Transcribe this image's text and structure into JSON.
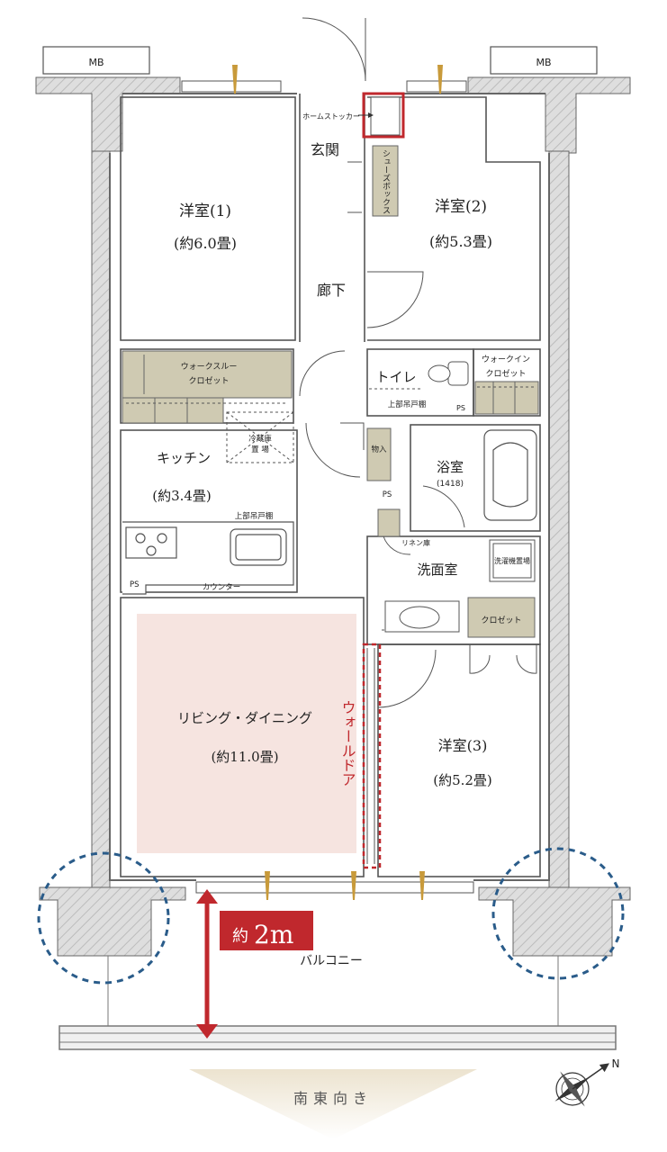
{
  "rooms": {
    "western1": {
      "name": "洋室(1)",
      "size": "(約6.0畳)"
    },
    "western2": {
      "name": "洋室(2)",
      "size": "(約5.3畳)"
    },
    "western3": {
      "name": "洋室(3)",
      "size": "(約5.2畳)"
    },
    "kitchen": {
      "name": "キッチン",
      "size": "(約3.4畳)"
    },
    "living": {
      "name": "リビング・ダイニング",
      "size": "(約11.0畳)"
    },
    "bath": {
      "name": "浴室",
      "size": "(1418)"
    },
    "entrance": "玄関",
    "corridor": "廊下",
    "toilet": "トイレ",
    "washroom": "洗面室",
    "balcony": "バルコニー"
  },
  "labels": {
    "mb": "MB",
    "home_stocker": "ホームストッカー",
    "shoe_box": "シューズボックス",
    "walk_through_closet_1": "ウォークスルー",
    "walk_through_closet_2": "クロゼット",
    "walk_in_closet_1": "ウォークイン",
    "walk_in_closet_2": "クロゼット",
    "fridge_1": "冷蔵庫",
    "fridge_2": "置 場",
    "upper_cabinet": "上部吊戸棚",
    "storage": "物入",
    "ps": "PS",
    "linen": "リネン庫",
    "washer": "洗濯機置場",
    "counter": "カウンター",
    "closet": "クロゼット",
    "wall_door": "ウォールドア",
    "depth_prefix": "約",
    "depth_value": "2m",
    "orientation": "南東向き",
    "north": "N"
  },
  "colors": {
    "wall": "#8c8c8c",
    "closet_fill": "#cfcab2",
    "living_highlight": "#f6e4e0",
    "accent_red": "#c0282d",
    "dashed_blue": "#2a5c8a",
    "compass_banner": "#d6c7a6"
  }
}
